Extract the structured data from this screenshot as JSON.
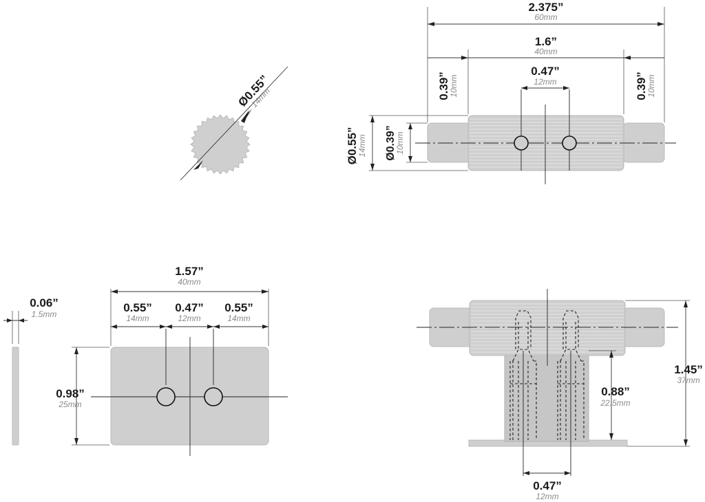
{
  "dimensions": {
    "knurl_diameter": {
      "value": "Ø0.55”",
      "mm": "14mm"
    },
    "overall_length": {
      "value": "2.375”",
      "mm": "60mm"
    },
    "body_length": {
      "value": "1.6”",
      "mm": "40mm"
    },
    "left_end_length": {
      "value": "0.39”",
      "mm": "10mm"
    },
    "right_end_length": {
      "value": "0.39”",
      "mm": "10mm"
    },
    "hole_spacing_top": {
      "value": "0.47”",
      "mm": "12mm"
    },
    "body_diameter": {
      "value": "Ø0.55”",
      "mm": "14mm"
    },
    "end_diameter": {
      "value": "Ø0.39”",
      "mm": "10mm"
    },
    "plate_thickness": {
      "value": "0.06”",
      "mm": "1.5mm"
    },
    "plate_width": {
      "value": "1.57”",
      "mm": "40mm"
    },
    "plate_left_margin": {
      "value": "0.55”",
      "mm": "14mm"
    },
    "plate_hole_spacing": {
      "value": "0.47”",
      "mm": "12mm"
    },
    "plate_right_margin": {
      "value": "0.55”",
      "mm": "14mm"
    },
    "plate_height": {
      "value": "0.98”",
      "mm": "25mm"
    },
    "overall_height": {
      "value": "1.45”",
      "mm": "37mm"
    },
    "post_height": {
      "value": "0.88”",
      "mm": "22.5mm"
    },
    "bottom_hole_spacing": {
      "value": "0.47”",
      "mm": "12mm"
    }
  }
}
